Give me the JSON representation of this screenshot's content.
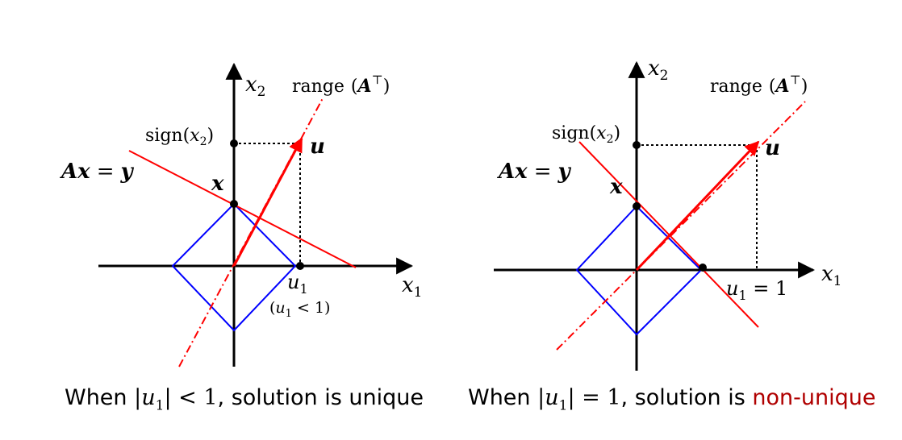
{
  "left_panel": {
    "x2_axis_label": "x",
    "x2_axis_sub": "2",
    "x1_axis_label": "x",
    "x1_axis_sub": "1",
    "range_label": "range",
    "range_arg": "A",
    "range_sup": "⊤",
    "sign_label": "sign(",
    "sign_var": "x",
    "sign_sub": "2",
    "sign_close": ")",
    "u_label": "u",
    "constraint_lhs": "Ax",
    "constraint_eq": "=",
    "constraint_rhs": "y",
    "x_point_label": "x",
    "u1_label": "u",
    "u1_sub": "1",
    "u1_condition_open": "(",
    "u1_condition_var": "u",
    "u1_condition_sub": "1",
    "u1_condition_rest": " < 1)",
    "caption_prefix": "When ",
    "caption_math": "|u",
    "caption_math_sub": "1",
    "caption_math_rest": "| < 1",
    "caption_suffix": ", solution is unique"
  },
  "right_panel": {
    "x2_axis_label": "x",
    "x2_axis_sub": "2",
    "x1_axis_label": "x",
    "x1_axis_sub": "1",
    "range_label": "range",
    "range_arg": "A",
    "range_sup": "⊤",
    "sign_label": "sign(",
    "sign_var": "x",
    "sign_sub": "2",
    "sign_close": ")",
    "u_label": "u",
    "constraint_lhs": "Ax",
    "constraint_eq": "=",
    "constraint_rhs": "y",
    "x_point_label": "x",
    "u1_label": "u",
    "u1_sub": "1",
    "u1_rest": " = 1",
    "caption_prefix": "When ",
    "caption_math": "|u",
    "caption_math_sub": "1",
    "caption_math_rest": "| = 1",
    "caption_suffix": ", solution is ",
    "caption_highlight": "non-unique"
  },
  "colors": {
    "axis": "#000000",
    "constraint_line": "#ff0000",
    "range_line": "#ff0000",
    "diamond": "#0000ff",
    "highlight": "#b00000"
  }
}
